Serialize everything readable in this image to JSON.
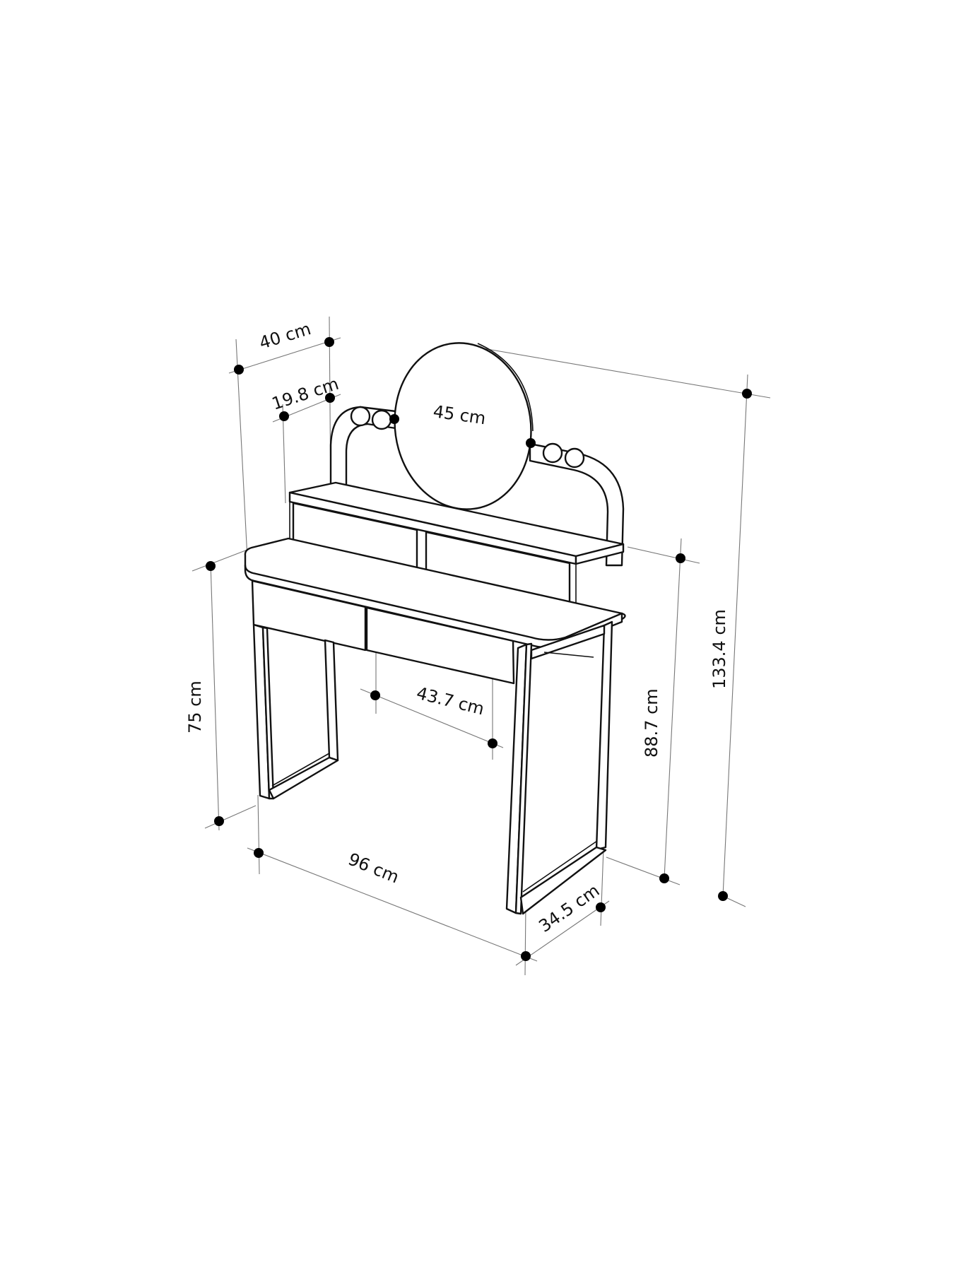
{
  "diagram": {
    "subject": "dressing table with round mirror, two lower drawers, two upper drawers and bulb frame",
    "colors": {
      "background": "#ffffff",
      "line": "#111111",
      "dimension_line": "#777777",
      "dot": "#000000"
    },
    "dimensions": {
      "total_depth": "40 cm",
      "upper_shelf_depth": "19.8 cm",
      "mirror_diameter": "45 cm",
      "table_height": "75 cm",
      "drawer_width": "43.7 cm",
      "upper_shelf_height": "88.7 cm",
      "total_height": "133.4 cm",
      "width": "96 cm",
      "leg_depth": "34.5 cm"
    }
  }
}
